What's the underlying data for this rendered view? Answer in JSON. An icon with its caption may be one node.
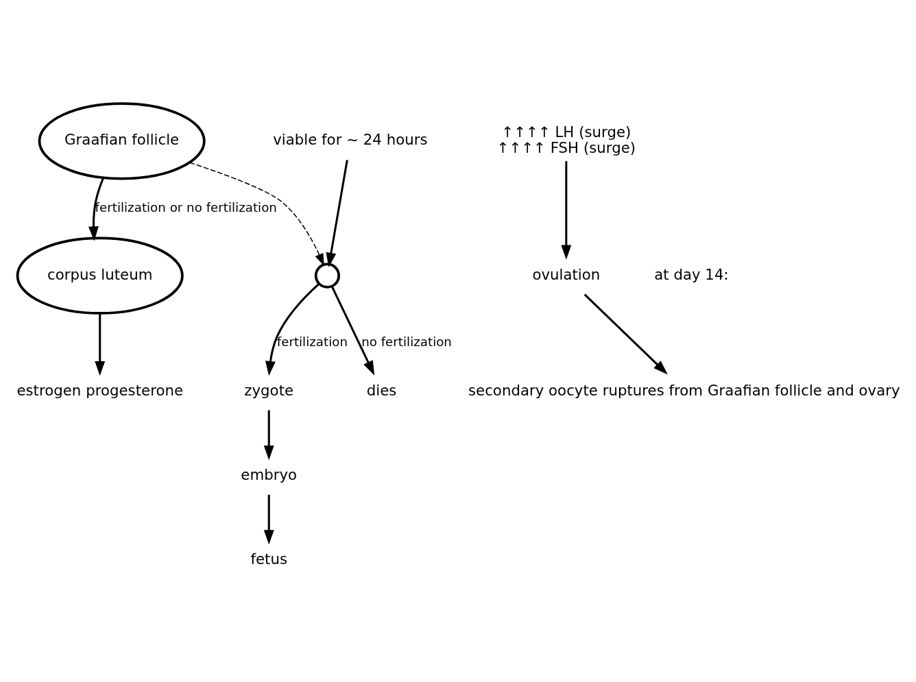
{
  "diagram": {
    "nodes": [
      {
        "text": [
          "Graafian follicle"
        ]
      },
      {
        "text": [],
        "shape": "circle"
      },
      {
        "text": [
          "viable for ~ 24 hours"
        ]
      },
      {
        "text": [
          "dies"
        ]
      },
      {
        "text": [
          "zygote"
        ]
      },
      {
        "text": [
          "embryo"
        ]
      },
      {
        "text": [
          "fetus"
        ]
      },
      {
        "text": [
          "corpus luteum"
        ]
      },
      {
        "text": [
          "estrogen progesterone"
        ]
      },
      {
        "text": [
          "secondary oocyte ruptures from Graafian follicle and ovary"
        ]
      },
      {
        "text": [
          "ovulation"
        ]
      },
      {
        "text": [
          "↑↑↑↑ LH (surge)",
          "↑↑↑↑ FSH (surge)"
        ]
      }
    ],
    "edges": [
      {
        "from": 0,
        "to": 1,
        "arrow": "to",
        "style": "dashed"
      },
      {
        "from": 2,
        "to": 1,
        "arrow": "to"
      },
      {
        "from": 1,
        "to": 3,
        "arrow": "to",
        "label": "no fertilization"
      },
      {
        "from": 1,
        "to": 4,
        "arrow": "to",
        "label": "fertilization"
      },
      {
        "from": 4,
        "to": 5,
        "arrow": "to"
      },
      {
        "from": 5,
        "to": 6,
        "arrow": "to"
      },
      {
        "from": 0,
        "to": 7,
        "arrow": "to",
        "label": "fertilization or no fertilization"
      },
      {
        "from": 7,
        "to": 8,
        "arrow": "to"
      },
      {
        "from": 10,
        "to": 9,
        "arrow": "to"
      },
      {
        "from": 11,
        "to": 10,
        "arrow": "to"
      }
    ],
    "labels": [
      "at day 14:"
    ]
  }
}
